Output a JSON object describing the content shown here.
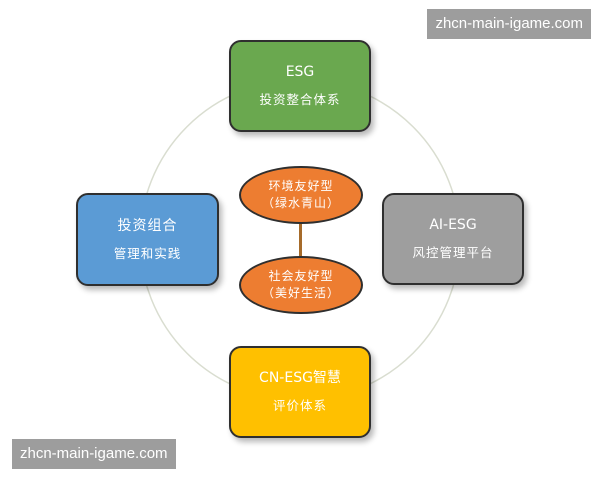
{
  "watermark": {
    "text": "zhcn-main-igame.com"
  },
  "diagram": {
    "top_box": {
      "line1": "ESG",
      "line2": "投资整合体系"
    },
    "left_box": {
      "line1": "投资组合",
      "line2": "管理和实践"
    },
    "right_box": {
      "line1": "AI-ESG",
      "line2": "风控管理平台"
    },
    "bottom_box": {
      "line1": "CN-ESG智慧",
      "line2": "评价体系"
    },
    "center_top": {
      "line1": "环境友好型",
      "line2": "（绿水青山）"
    },
    "center_bottom": {
      "line1": "社会友好型",
      "line2": "（美好生活）"
    }
  },
  "colors": {
    "top_box": "#6aa84f",
    "left_box": "#5b9bd5",
    "right_box": "#9e9e9e",
    "bottom_box": "#ffc000",
    "center": "#ed7d31",
    "ring": "#d9ddd0"
  }
}
